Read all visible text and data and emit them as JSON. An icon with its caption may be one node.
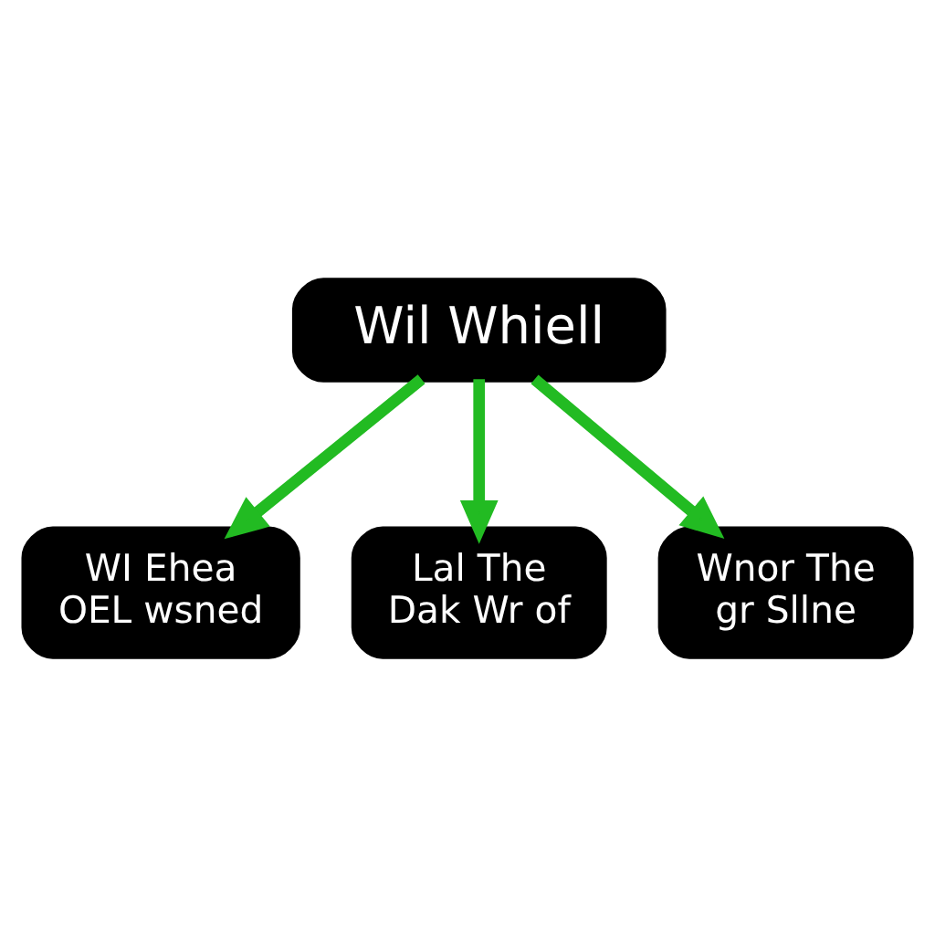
{
  "diagram": {
    "nodes": [
      {
        "text": [
          "Wil Whiell"
        ]
      },
      {
        "text": [
          "WI Ehea OEL wsned"
        ]
      },
      {
        "text": [
          "Lal The Dak Wr of"
        ]
      },
      {
        "text": [
          "Wnor The gr Sllne"
        ]
      }
    ],
    "edges": [
      {
        "from": 0,
        "to": 1,
        "arrow": "to"
      },
      {
        "from": 0,
        "to": 2,
        "arrow": "to"
      },
      {
        "from": 0,
        "to": 3,
        "arrow": "to"
      }
    ]
  }
}
